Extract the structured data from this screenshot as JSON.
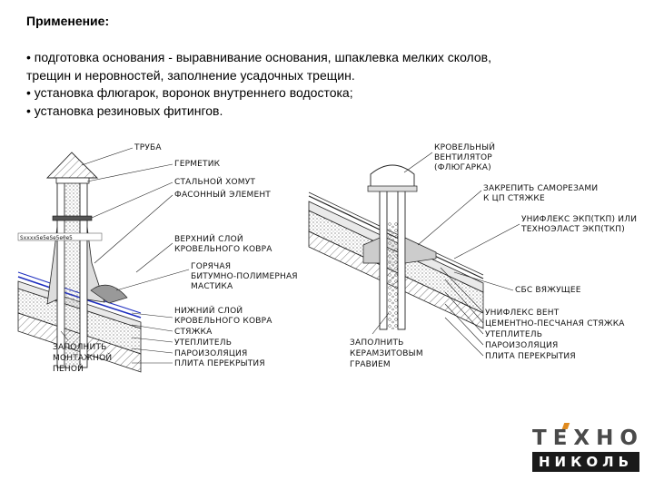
{
  "heading": "Применение:",
  "bullets": [
    "• подготовка основания - выравнивание основания, шпаклевка мелких сколов,",
    "трещин и неровностей, заполнение усадочных трещин.",
    "• установка флюгарок, воронок внутреннего водостока;",
    "• установка резиновых фитингов."
  ],
  "left_diagram": {
    "top_labels": [
      "ТРУБА",
      "ГЕРМЕТИК",
      "СТАЛЬНОЙ ХОМУТ",
      "ФАСОННЫЙ ЭЛЕМЕНТ"
    ],
    "upper_layer": [
      "ВЕРХНИЙ СЛОЙ",
      "КРОВЕЛЬНОГО КОВРА"
    ],
    "mastic": [
      "ГОРЯЧАЯ",
      "БИТУМНО-ПОЛИМЕРНАЯ",
      "МАСТИКА"
    ],
    "lower_layer": [
      "НИЖНИЙ СЛОЙ",
      "КРОВЕЛЬНОГО КОВРА"
    ],
    "bottom_labels": [
      "СТЯЖКА",
      "УТЕПЛИТЕЛЬ",
      "ПАРОИЗОЛЯЦИЯ",
      "ПЛИТА ПЕРЕКРЫТИЯ"
    ],
    "foam": [
      "ЗАПОЛНИТЬ",
      "МОНТАЖНОЙ",
      "ПЕНОЙ"
    ],
    "side_label": "Sxxxx5e5eSe5e0e5"
  },
  "right_diagram": {
    "fan": [
      "КРОВЕЛЬНЫЙ",
      "ВЕНТИЛЯТОР",
      "(ФЛЮГАРКА)"
    ],
    "screws": [
      "ЗАКРЕПИТЬ САМОРЕЗАМИ",
      "К ЦП СТЯЖКЕ"
    ],
    "membrane": [
      "УНИФЛЕКС ЭКП(ТКП) ИЛИ",
      "ТЕХНОЭЛАСТ ЭКП(ТКП)"
    ],
    "bottom_labels": [
      "СБС ВЯЖУЩЕЕ",
      "УНИФЛЕКС ВЕНТ",
      "ЦЕМЕНТНО-ПЕСЧАНАЯ СТЯЖКА",
      "УТЕПЛИТЕЛЬ",
      "ПАРОИЗОЛЯЦИЯ",
      "ПЛИТА ПЕРЕКРЫТИЯ"
    ],
    "clay": [
      "ЗАПОЛНИТЬ",
      "КЕРАМЗИТОВЫМ",
      "ГРАВИЕМ"
    ]
  },
  "logo": {
    "top": "ТЕХНО",
    "bottom": "НИКОЛЬ",
    "accent_color": "#e08a1e"
  }
}
